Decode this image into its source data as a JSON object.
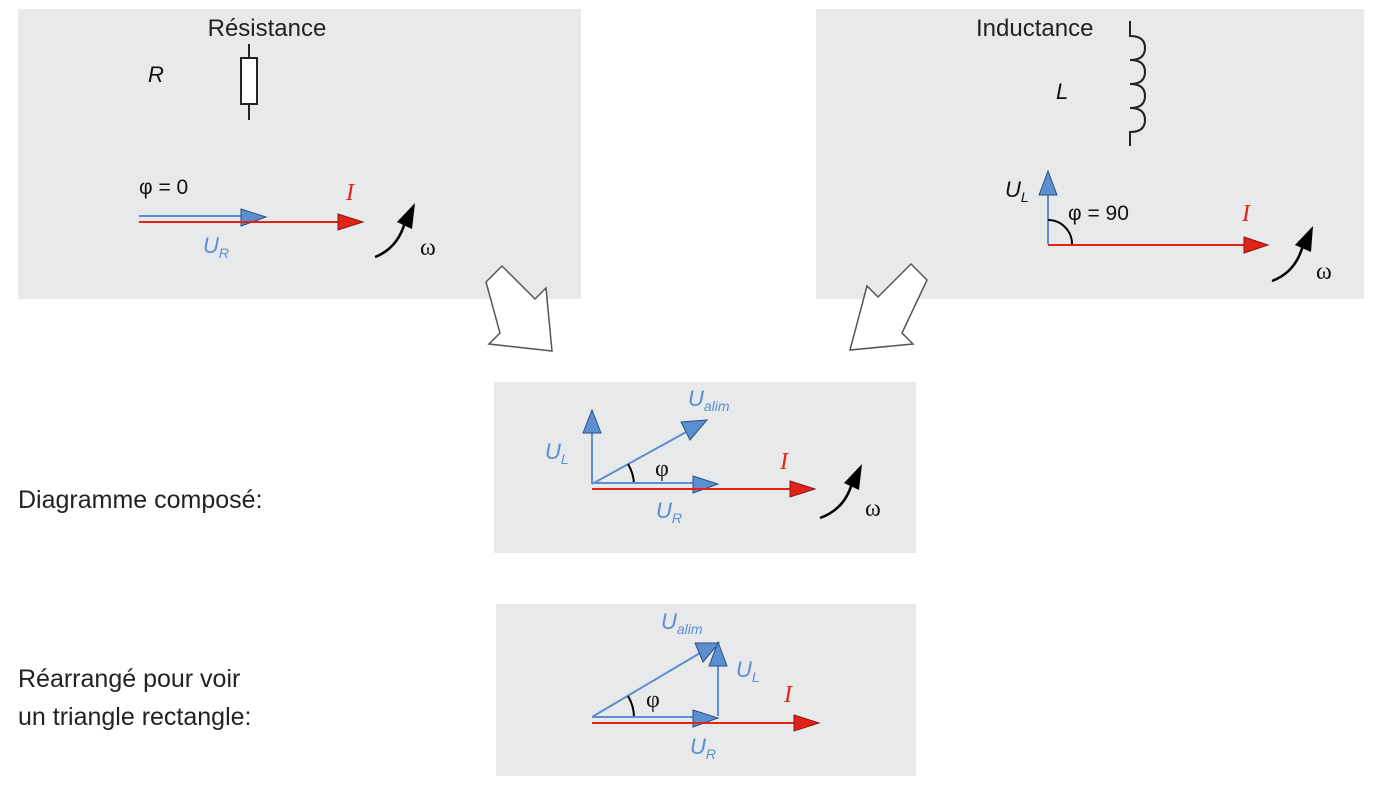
{
  "colors": {
    "blue": "#5b8fd0",
    "red": "#e2231a",
    "panel": "#e8e9eb",
    "arrow_outline": "#555555"
  },
  "resistance": {
    "title": "Résistance",
    "component": "R",
    "phase": "φ = 0",
    "current": "I",
    "voltage_main": "U",
    "voltage_sub": "R",
    "omega": "ω"
  },
  "inductance": {
    "title": "Inductance",
    "component": "L",
    "phase": "φ  = 90",
    "current": "I",
    "voltage_main": "U",
    "voltage_sub": "L",
    "omega": "ω"
  },
  "composite": {
    "caption": "Diagramme composé:",
    "ul_main": "U",
    "ul_sub": "L",
    "ualim_main": "U",
    "ualim_sub": "alim",
    "phi": "φ",
    "current": "I",
    "ur_main": "U",
    "ur_sub": "R",
    "omega": "ω"
  },
  "triangle": {
    "caption_line1": "Réarrangé pour voir",
    "caption_line2": "un triangle rectangle:",
    "ualim_main": "U",
    "ualim_sub": "alim",
    "ul_main": "U",
    "ul_sub": "L",
    "phi": "φ",
    "current": "I",
    "ur_main": "U",
    "ur_sub": "R"
  }
}
